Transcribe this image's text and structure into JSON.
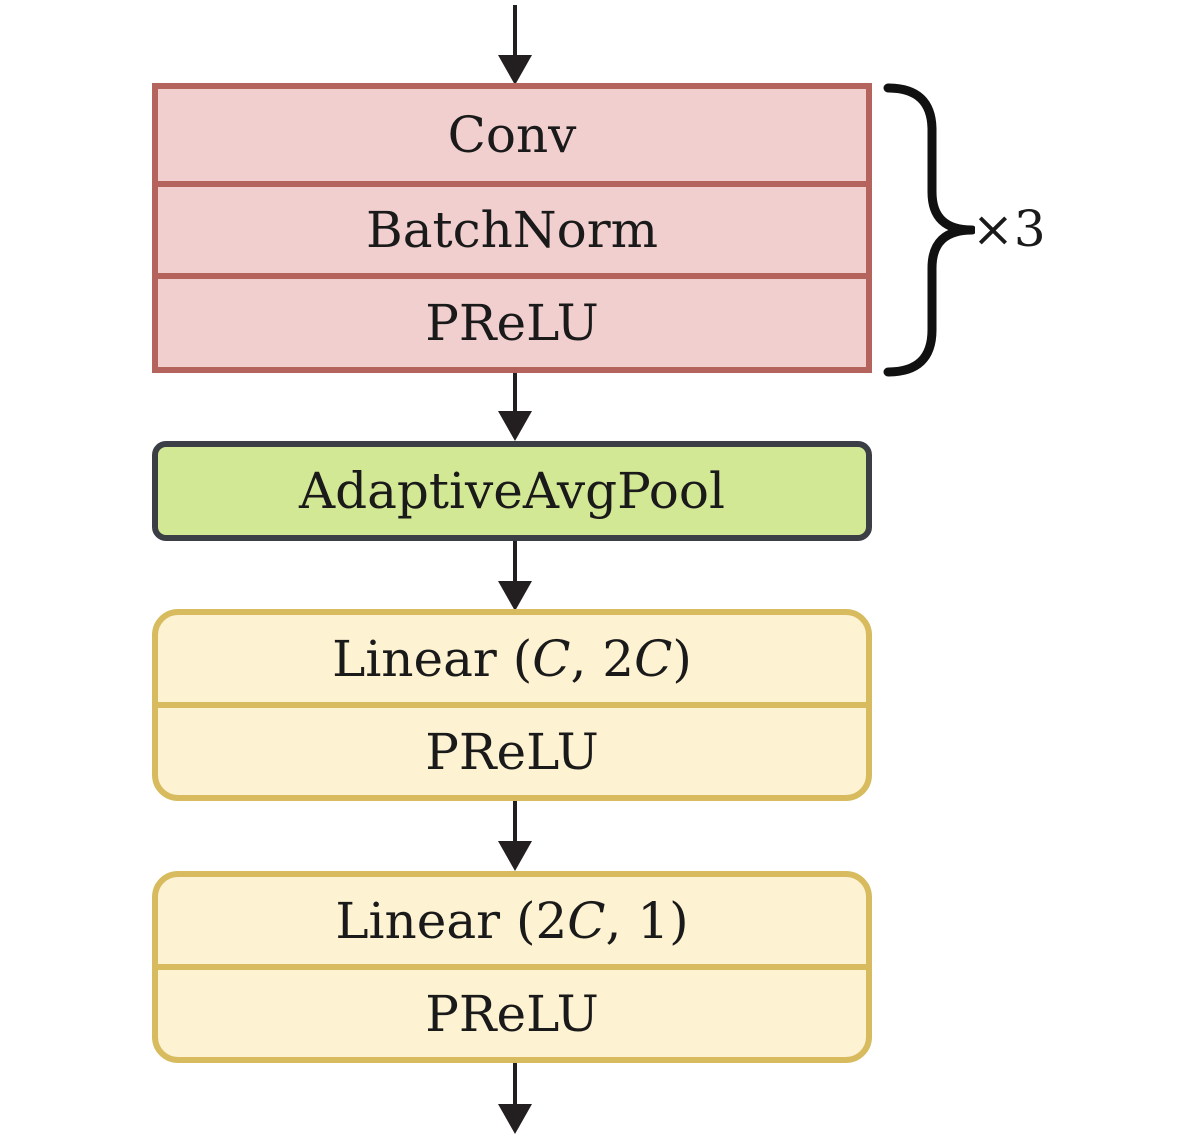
{
  "conv_block": {
    "layers": [
      "Conv",
      "BatchNorm",
      "PReLU"
    ],
    "repeat_label": "×3"
  },
  "pool_block": {
    "label": "AdaptiveAvgPool"
  },
  "linear_block_1": {
    "name": "Linear",
    "arg1": "C",
    "arg2_coef": "2",
    "arg2_var": "C",
    "activation": "PReLU"
  },
  "linear_block_2": {
    "name": "Linear",
    "arg1_coef": "2",
    "arg1_var": "C",
    "arg2": "1",
    "activation": "PReLU"
  },
  "colors": {
    "conv_fill": "#f2cfcf",
    "conv_border": "#b5635d",
    "pool_fill": "#d3e894",
    "pool_border": "#3b3f45",
    "linear_fill": "#fdf2d1",
    "linear_border": "#d8bb5e",
    "arrow": "#231f20"
  }
}
